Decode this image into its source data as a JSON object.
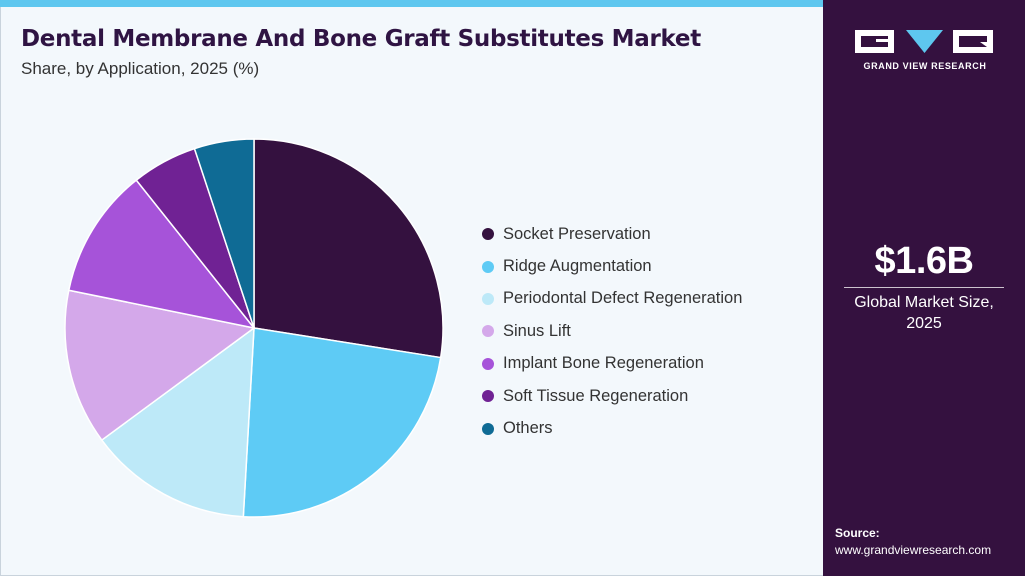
{
  "title": "Dental Membrane And Bone Graft Substitutes Market",
  "subtitle": "Share, by Application, 2025 (%)",
  "chart_data": {
    "type": "pie",
    "categories": [
      "Socket Preservation",
      "Ridge Augmentation",
      "Periodontal Defect Regeneration",
      "Sinus Lift",
      "Implant Bone Regeneration",
      "Soft Tissue Regeneration",
      "Others"
    ],
    "values": [
      27.5,
      23.4,
      14.0,
      13.3,
      11.1,
      5.6,
      5.1
    ],
    "colors": [
      "#34113f",
      "#5ecbf5",
      "#bde9f8",
      "#d4a8ea",
      "#a653d9",
      "#702294",
      "#0f6b95"
    ],
    "start_angle_deg": 0,
    "direction": "clockwise",
    "legend_position": "right"
  },
  "sidebar": {
    "brand": "GRAND VIEW RESEARCH",
    "market_value": "$1.6B",
    "market_caption_line1": "Global Market Size,",
    "market_caption_line2": "2025",
    "source_label": "Source:",
    "source_url": "www.grandviewresearch.com"
  }
}
